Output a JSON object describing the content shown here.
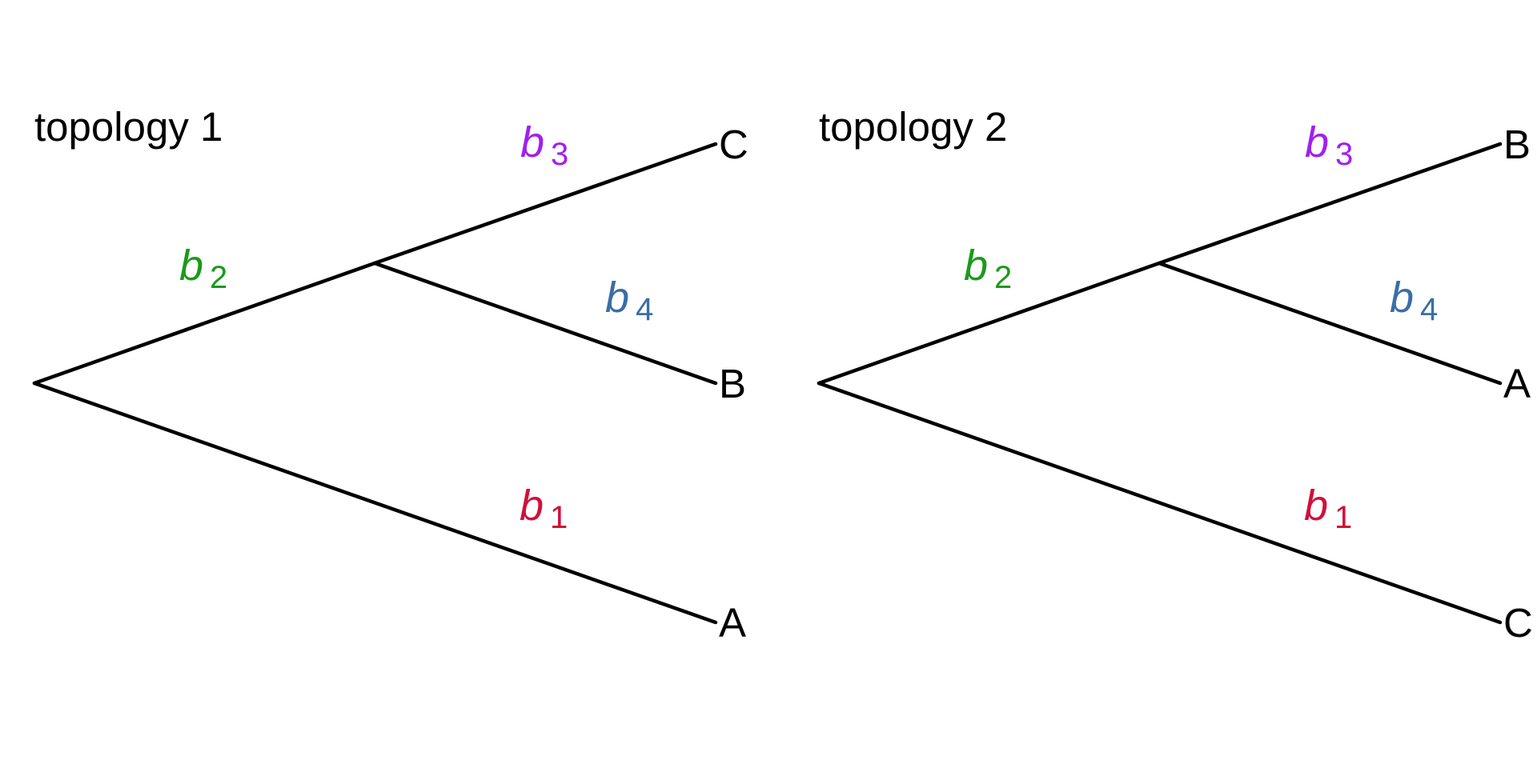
{
  "colors": {
    "b1": "#d0103a",
    "b2": "#1a9a1a",
    "b3": "#a020f0",
    "b4": "#3a6ea5",
    "edge": "#000000"
  },
  "trees": [
    {
      "title": "topology 1",
      "tips": {
        "top": "C",
        "middle": "B",
        "bottom": "A"
      },
      "branches": {
        "b1": {
          "letter": "b",
          "sub": "1"
        },
        "b2": {
          "letter": "b",
          "sub": "2"
        },
        "b3": {
          "letter": "b",
          "sub": "3"
        },
        "b4": {
          "letter": "b",
          "sub": "4"
        }
      }
    },
    {
      "title": "topology 2",
      "tips": {
        "top": "B",
        "middle": "A",
        "bottom": "C"
      },
      "branches": {
        "b1": {
          "letter": "b",
          "sub": "1"
        },
        "b2": {
          "letter": "b",
          "sub": "2"
        },
        "b3": {
          "letter": "b",
          "sub": "3"
        },
        "b4": {
          "letter": "b",
          "sub": "4"
        }
      }
    }
  ]
}
